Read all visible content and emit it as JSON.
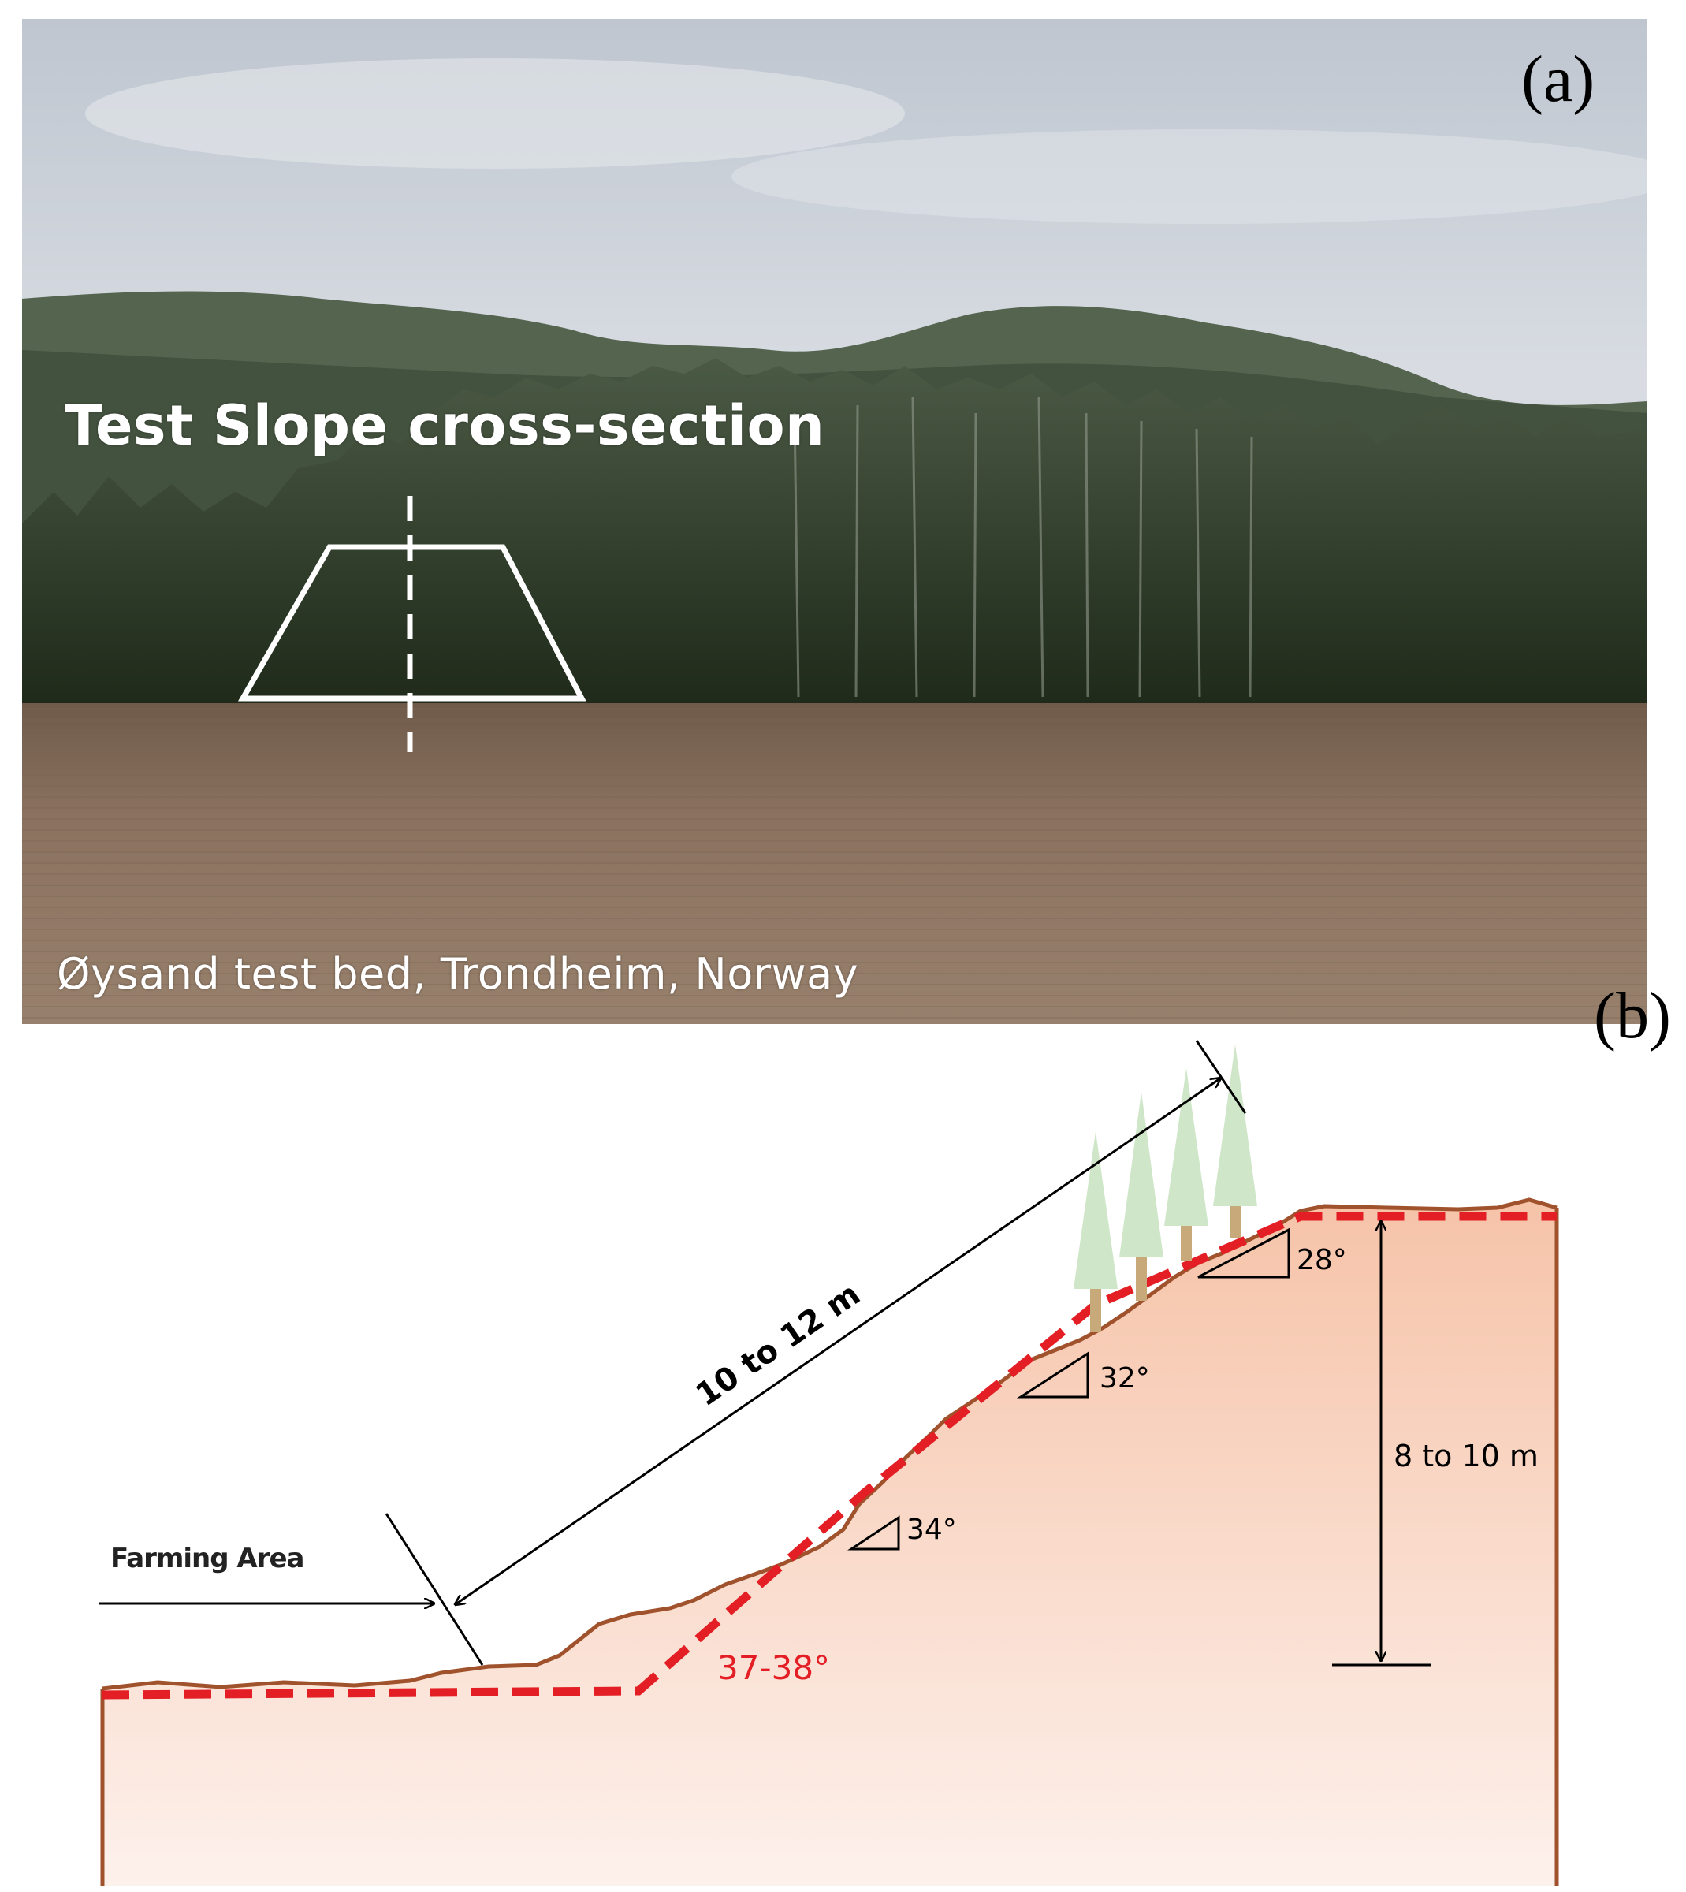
{
  "panel_a": {
    "label": "(a)",
    "title": "Test Slope cross-section",
    "caption": "Øysand test bed, Trondheim, Norway"
  },
  "panel_b": {
    "label": "(b)",
    "slope_length": "10 to 12 m",
    "slope_height": "8 to 10 m",
    "left_label": "Farming Area",
    "angles": {
      "top": "28°",
      "upper": "32°",
      "middle": "34°",
      "lower": "37-38°"
    }
  },
  "colors": {
    "sky": "#cfd4dc",
    "forest": "#26331f",
    "field": "#8b7461",
    "soil_fill": "#f6c9b2",
    "ground_line": "#a0522d",
    "failure_line": "#e31e24",
    "trees": "#cfe6c8"
  }
}
